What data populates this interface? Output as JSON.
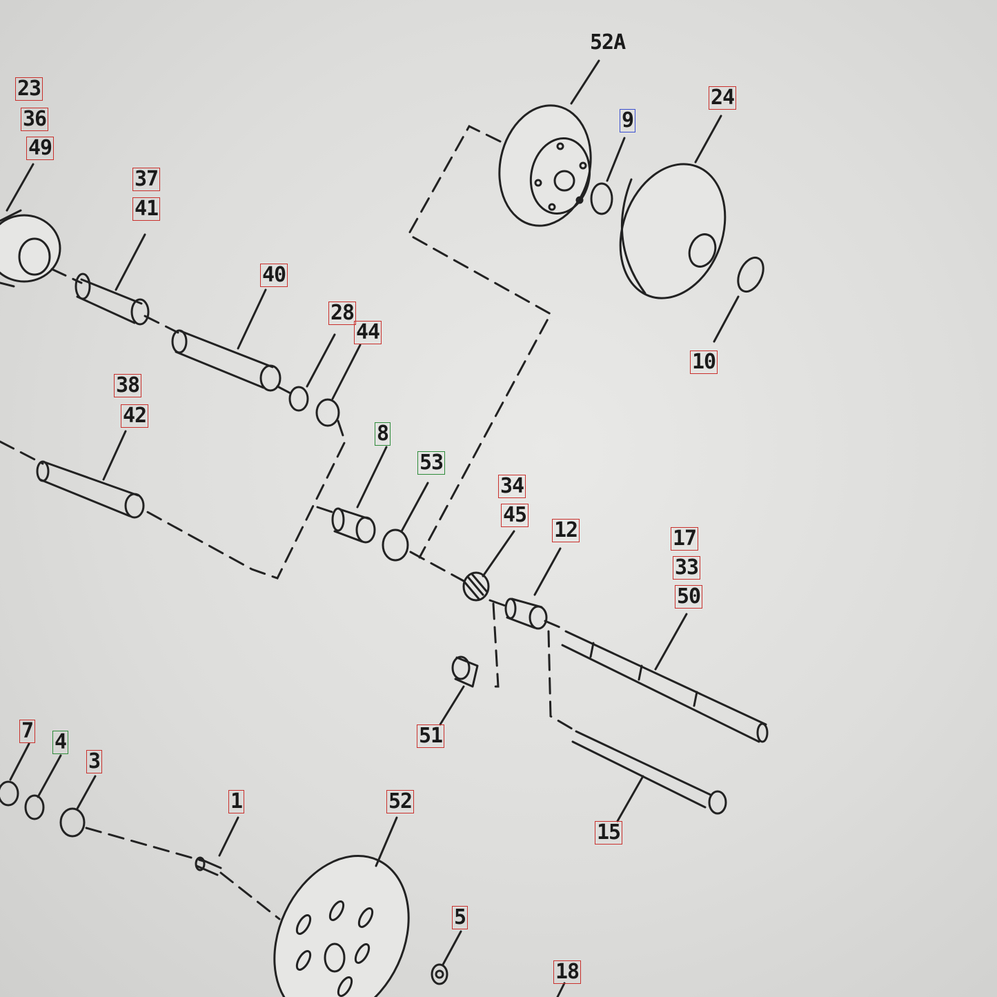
{
  "colors": {
    "red": "#c9302c",
    "green": "#2e8b3a",
    "blue": "#3a4fd0",
    "ink": "#1a1a1a"
  },
  "labels": [
    {
      "id": "52A",
      "text": "52A",
      "box": "plain"
    },
    {
      "id": "23",
      "text": "23",
      "box": "red"
    },
    {
      "id": "36",
      "text": "36",
      "box": "red"
    },
    {
      "id": "49",
      "text": "49",
      "box": "red"
    },
    {
      "id": "9",
      "text": "9",
      "box": "blue"
    },
    {
      "id": "24",
      "text": "24",
      "box": "red"
    },
    {
      "id": "37",
      "text": "37",
      "box": "red"
    },
    {
      "id": "41",
      "text": "41",
      "box": "red"
    },
    {
      "id": "40",
      "text": "40",
      "box": "red"
    },
    {
      "id": "28",
      "text": "28",
      "box": "red"
    },
    {
      "id": "44",
      "text": "44",
      "box": "red"
    },
    {
      "id": "10",
      "text": "10",
      "box": "red"
    },
    {
      "id": "38",
      "text": "38",
      "box": "red"
    },
    {
      "id": "42",
      "text": "42",
      "box": "red"
    },
    {
      "id": "8",
      "text": "8",
      "box": "green"
    },
    {
      "id": "53",
      "text": "53",
      "box": "green"
    },
    {
      "id": "34",
      "text": "34",
      "box": "red"
    },
    {
      "id": "45",
      "text": "45",
      "box": "red"
    },
    {
      "id": "12",
      "text": "12",
      "box": "red"
    },
    {
      "id": "17",
      "text": "17",
      "box": "red"
    },
    {
      "id": "33",
      "text": "33",
      "box": "red"
    },
    {
      "id": "50",
      "text": "50",
      "box": "red"
    },
    {
      "id": "51",
      "text": "51",
      "box": "red"
    },
    {
      "id": "7",
      "text": "7",
      "box": "red"
    },
    {
      "id": "4",
      "text": "4",
      "box": "green"
    },
    {
      "id": "3",
      "text": "3",
      "box": "red"
    },
    {
      "id": "1",
      "text": "1",
      "box": "red"
    },
    {
      "id": "52",
      "text": "52",
      "box": "red"
    },
    {
      "id": "15",
      "text": "15",
      "box": "red"
    },
    {
      "id": "5",
      "text": "5",
      "box": "red"
    },
    {
      "id": "18",
      "text": "18",
      "box": "red"
    }
  ]
}
